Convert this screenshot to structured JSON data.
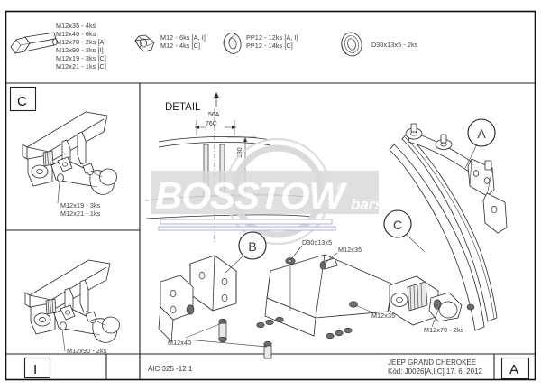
{
  "document": {
    "title": "JEEP GRAND CHEROKEE",
    "code_label": "Kód: J0026[A,I,C]  17. 6. 2012",
    "drawing_number": "AIC 325 -12 1",
    "sheet_letter": "A",
    "detail_label": "DETAIL",
    "watermark": {
      "text": "BOSSTOW",
      "suffix": "bars",
      "registered": "®"
    }
  },
  "parts_legend": [
    {
      "icon": "hex-bolt-icon",
      "lines": [
        "M12x35 - 4ks",
        "M12x40 - 6ks",
        "M12x70 - 2ks [A]",
        "M12x90 - 2ks [I]",
        "M12x19 - 3ks [C]",
        "M12x21 - 1ks [C]"
      ]
    },
    {
      "icon": "hex-nut-icon",
      "lines": [
        "M12 - 6ks [A, I]",
        "M12 - 4ks [C]"
      ]
    },
    {
      "icon": "spring-washer-icon",
      "lines": [
        "PP12 - 12ks [A, I]",
        "PP12 - 14ks [C]"
      ]
    },
    {
      "icon": "flat-washer-icon",
      "lines": [
        "D30x13x5 - 2ks"
      ]
    }
  ],
  "panels": {
    "upper_left": {
      "box_letter": "C",
      "callout_lines": [
        "M12x19 - 3ks",
        "M12x21 - 1ks"
      ]
    },
    "lower_left": {
      "box_letter": "I",
      "callout_lines": [
        "M12x90 - 2ks"
      ]
    }
  },
  "detail": {
    "title": "DETAIL",
    "dim_top_a": "56A",
    "dim_top_c": "76C",
    "dim_vertical": "130"
  },
  "assembly_callouts": {
    "circle_a": "A",
    "circle_b": "B",
    "circle_c": "C",
    "labels": [
      {
        "name": "label-d30x13x5",
        "text": "D30x13x5"
      },
      {
        "name": "label-m12x35-upper",
        "text": "M12x35"
      },
      {
        "name": "label-m12x35-lower",
        "text": "M12x35"
      },
      {
        "name": "label-m12x40",
        "text": "M12x40"
      },
      {
        "name": "label-m12x70",
        "text": "M12x70 - 2ks"
      }
    ]
  },
  "colors": {
    "ink": "#262626",
    "watermark": "#d7d7d7",
    "blue_accent": "#9aa8d0"
  }
}
